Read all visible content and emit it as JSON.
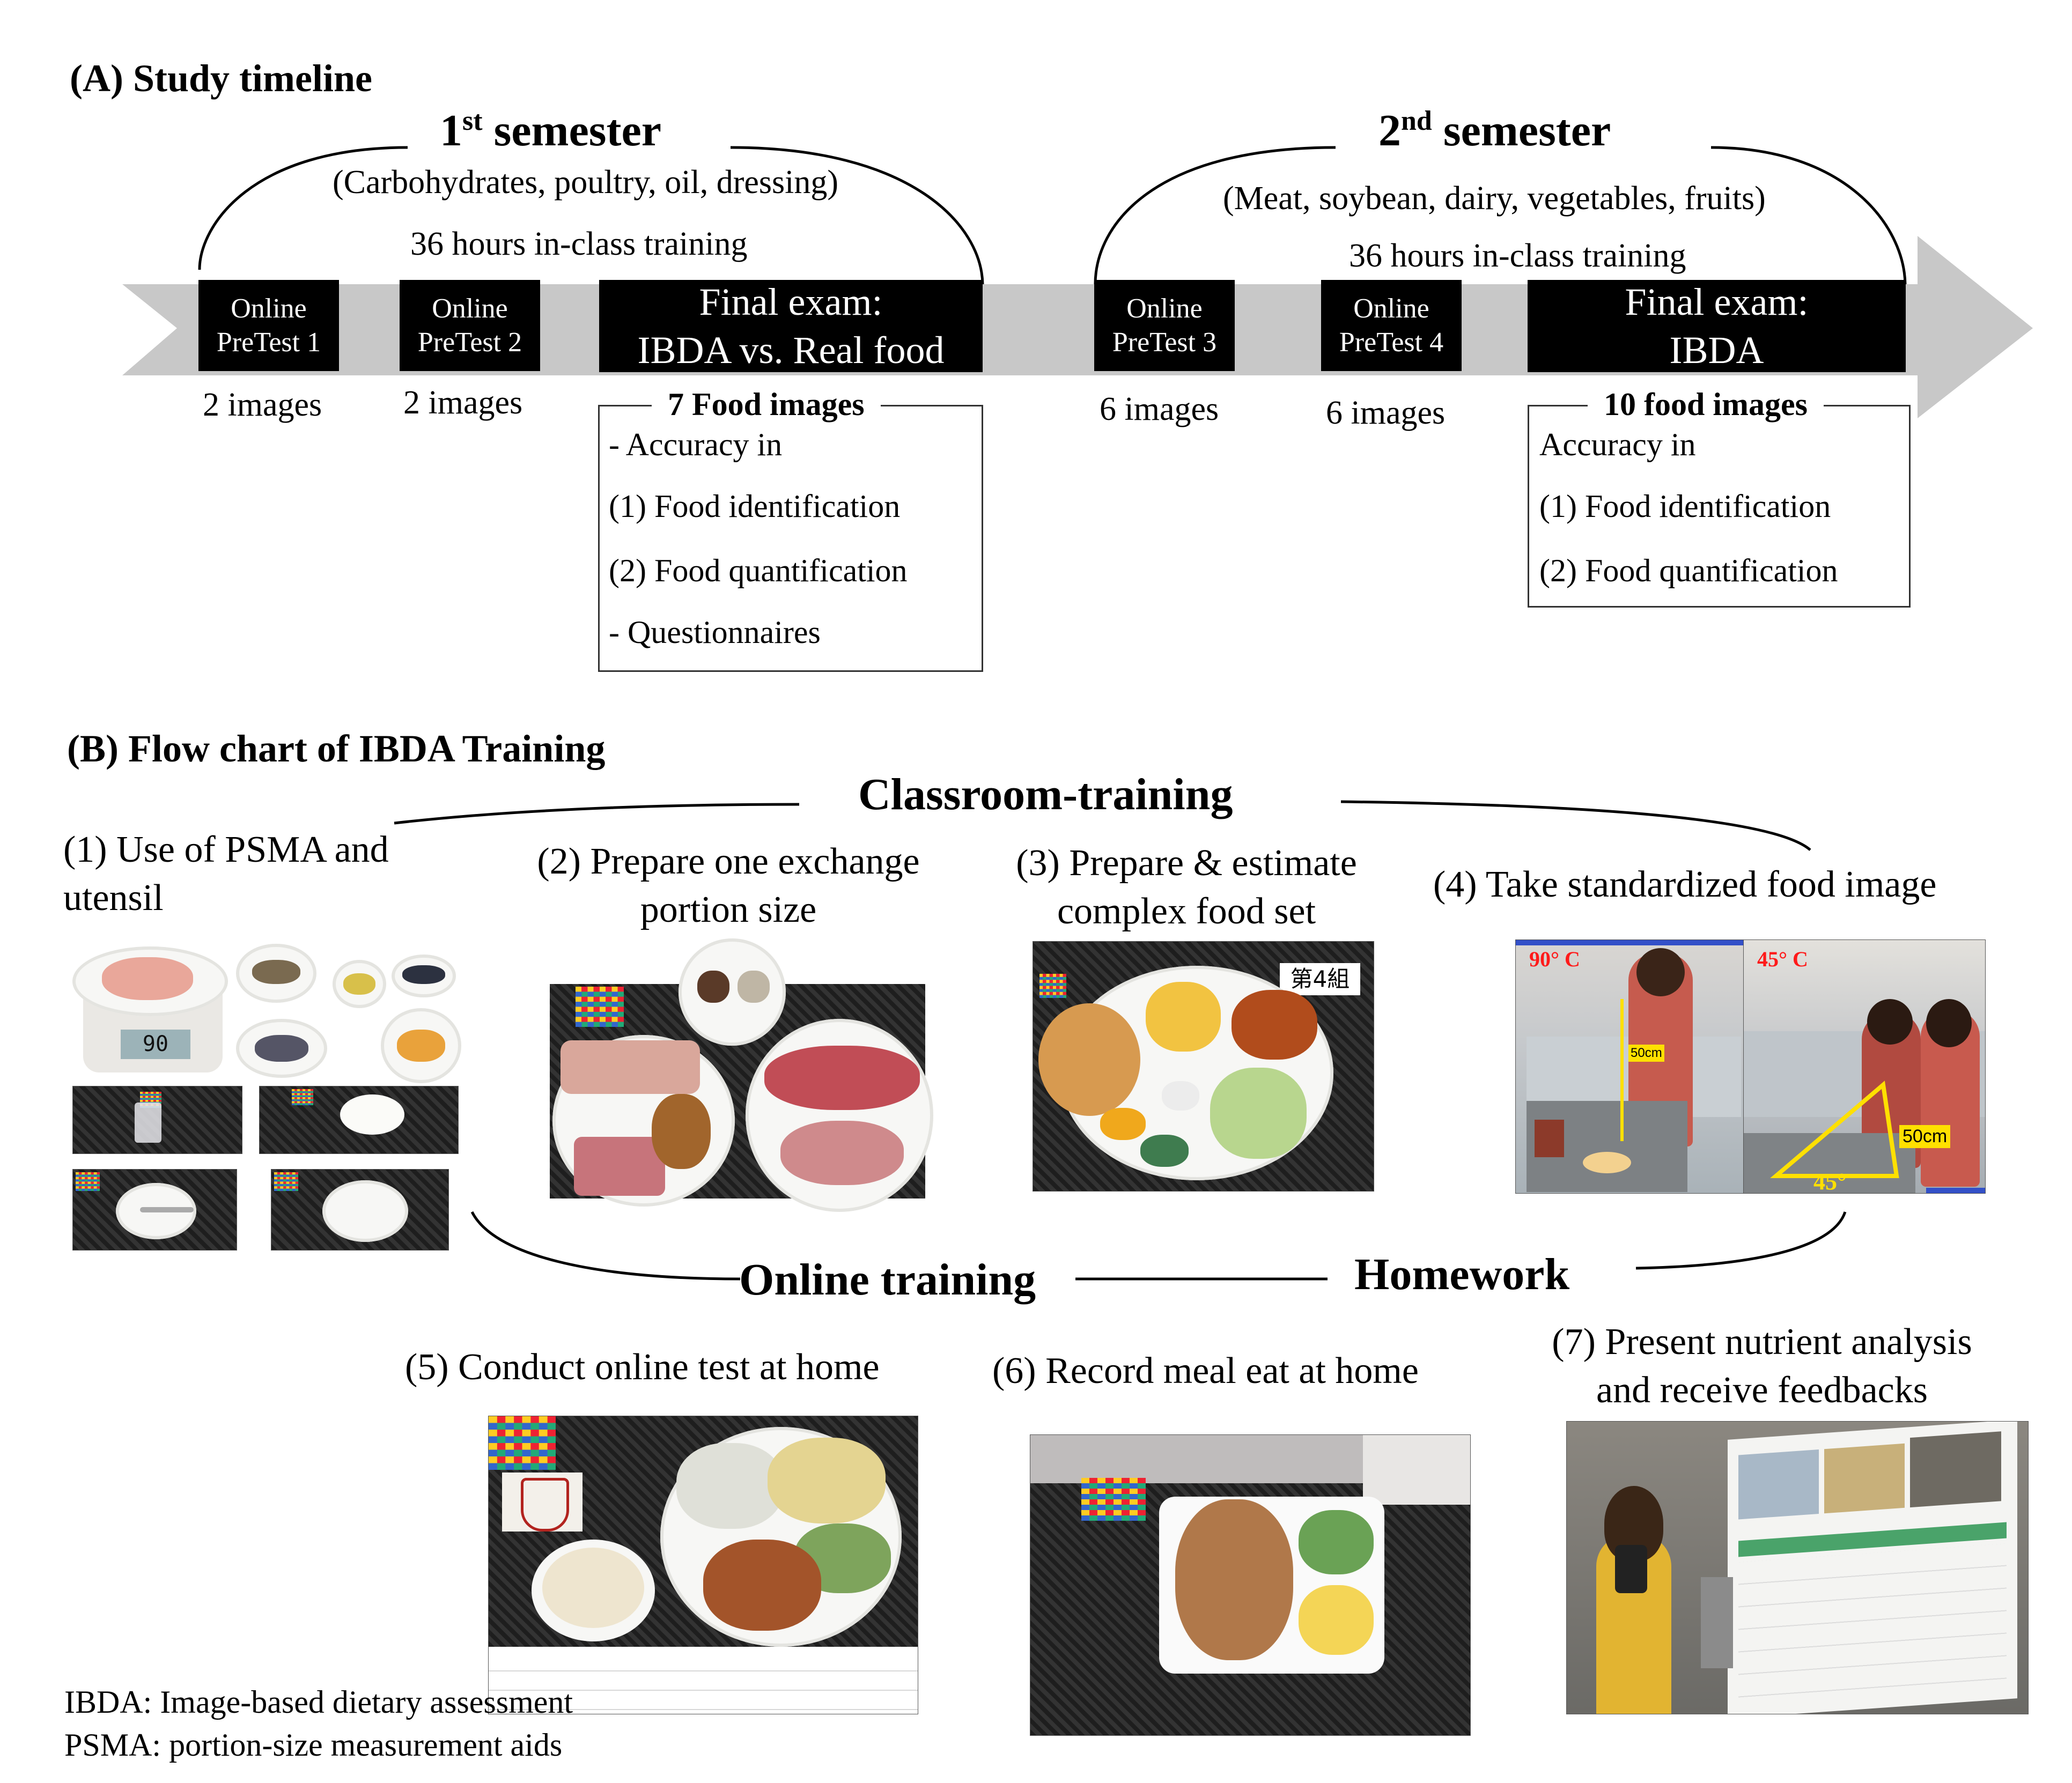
{
  "section_a": {
    "title": "(A) Study timeline",
    "semester1": {
      "ordinal": "1",
      "suffix": "st",
      "label": "semester",
      "topics": "(Carbohydrates, poultry, oil, dressing)",
      "hours": "36 hours in-class training"
    },
    "semester2": {
      "ordinal": "2",
      "suffix": "nd",
      "label": "semester",
      "topics": "(Meat, soybean, dairy, vegetables, fruits)",
      "hours": "36 hours in-class training"
    },
    "pretest1": {
      "line1": "Online",
      "line2": "PreTest 1",
      "images": "2 images"
    },
    "pretest2": {
      "line1": "Online",
      "line2": "PreTest 2",
      "images": "2 images"
    },
    "pretest3": {
      "line1": "Online",
      "line2": "PreTest 3",
      "images": "6 images"
    },
    "pretest4": {
      "line1": "Online",
      "line2": "PreTest 4",
      "images": "6 images"
    },
    "final1": {
      "line1": "Final exam:",
      "line2": "IBDA vs. Real food",
      "box_title": "7  Food images",
      "lines": [
        "- Accuracy in",
        "(1)  Food identification",
        "(2)  Food quantification",
        "-  Questionnaires"
      ]
    },
    "final2": {
      "line1": "Final exam:",
      "line2": "IBDA",
      "box_title": "10 food images",
      "lines": [
        "Accuracy in",
        "(1) Food identification",
        "(2) Food quantification"
      ]
    }
  },
  "section_b": {
    "title": "(B) Flow chart of IBDA Training",
    "classroom_label": "Classroom-training",
    "online_label": "Online training",
    "homework_label": "Homework",
    "steps": [
      {
        "line1": "(1) Use of PSMA and",
        "line2": "utensil"
      },
      {
        "line1": "(2) Prepare one exchange",
        "line2": "portion size"
      },
      {
        "line1": "(3) Prepare & estimate",
        "line2": "complex food set"
      },
      {
        "line1": "(4) Take standardized food image",
        "line2": ""
      },
      {
        "line1": "(5) Conduct online test at home",
        "line2": ""
      },
      {
        "line1": "(6) Record meal eat at home",
        "line2": ""
      },
      {
        "line1": "(7) Present nutrient analysis",
        "line2": "and receive feedbacks"
      }
    ],
    "photo_texts": {
      "scale_reading": "90",
      "group_tag": "第4組",
      "angle_90": "90° C",
      "angle_45": "45° C",
      "distance_a": "50cm",
      "distance_b": "50cm",
      "angle_mark": "45°"
    }
  },
  "notes": [
    "IBDA:  Image-based dietary assessment",
    "PSMA: portion-size measurement aids"
  ],
  "colors": {
    "arrow": "#c8c8c8",
    "box": "#000000",
    "annotation_red": "#ff1a1a",
    "annotation_yellow": "#ffe000"
  }
}
